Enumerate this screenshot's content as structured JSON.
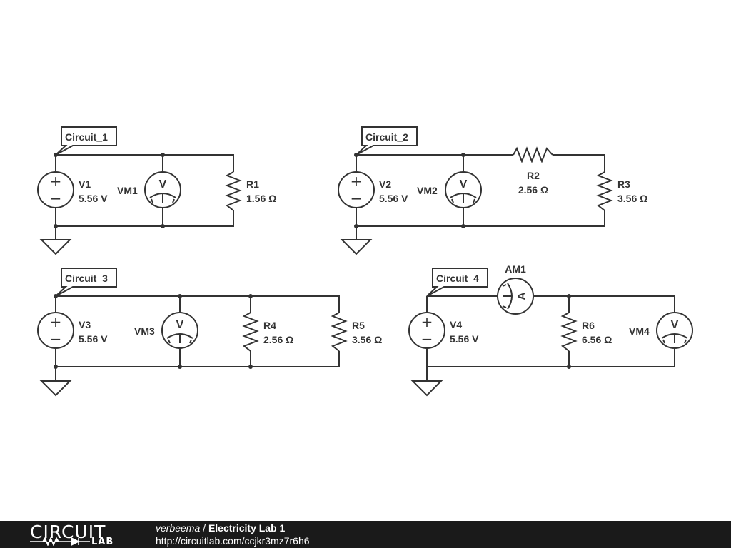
{
  "circuits": [
    {
      "tag": "Circuit_1",
      "source": {
        "name": "V1",
        "value": "5.56 V"
      },
      "meters": [
        {
          "name": "VM1",
          "letter": "V"
        }
      ],
      "resistors": [
        {
          "name": "R1",
          "value": "1.56 Ω"
        }
      ]
    },
    {
      "tag": "Circuit_2",
      "source": {
        "name": "V2",
        "value": "5.56 V"
      },
      "meters": [
        {
          "name": "VM2",
          "letter": "V"
        }
      ],
      "resistors": [
        {
          "name": "R2",
          "value": "2.56 Ω"
        },
        {
          "name": "R3",
          "value": "3.56 Ω"
        }
      ]
    },
    {
      "tag": "Circuit_3",
      "source": {
        "name": "V3",
        "value": "5.56 V"
      },
      "meters": [
        {
          "name": "VM3",
          "letter": "V"
        }
      ],
      "resistors": [
        {
          "name": "R4",
          "value": "2.56 Ω"
        },
        {
          "name": "R5",
          "value": "3.56 Ω"
        }
      ]
    },
    {
      "tag": "Circuit_4",
      "source": {
        "name": "V4",
        "value": "5.56 V"
      },
      "meters": [
        {
          "name": "AM1",
          "letter": "A"
        },
        {
          "name": "VM4",
          "letter": "V"
        }
      ],
      "resistors": [
        {
          "name": "R6",
          "value": "6.56 Ω"
        }
      ]
    }
  ],
  "source_symbols": {
    "plus": "+",
    "minus": "−"
  },
  "footer": {
    "logo_top": "CIRCUIT",
    "logo_bottom": "LAB",
    "author": "verbeema",
    "separator": " / ",
    "title": "Electricity Lab 1",
    "url": "http://circuitlab.com/ccjkr3mz7r6h6"
  },
  "colors": {
    "ink": "#333333",
    "footer_bg": "#1a1a1a",
    "footer_text": "#ffffff"
  }
}
